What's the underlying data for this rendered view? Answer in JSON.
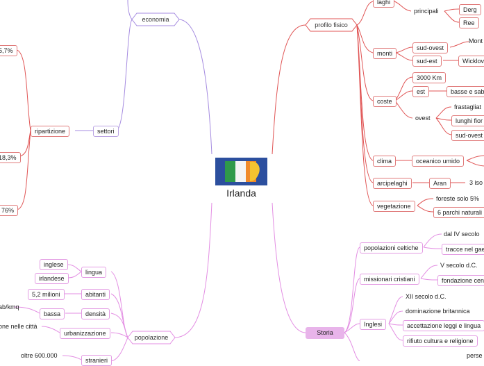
{
  "center": {
    "title": "Irlanda",
    "flag_icon": "ireland-flag-icon"
  },
  "colors": {
    "red": "#e05454",
    "purple": "#a58be0",
    "pink": "#e38ee3",
    "storia_fill": "#e8b4ea"
  },
  "economia": {
    "label": "economia",
    "settori": "settori",
    "ripartizione": "ripartizione",
    "values": [
      "5,7%",
      "18,3%",
      "76%"
    ]
  },
  "popolazione": {
    "label": "popolazione",
    "lingua": "lingua",
    "lingue": [
      "inglese",
      "irlandese"
    ],
    "abitanti": "abitanti",
    "abitanti_value": "5,2 milioni",
    "densita": "densità",
    "densita_value": "bassa",
    "densita_unit": "ab/kmq",
    "urbanizzazione": "urbanizzazione",
    "urbanizzazione_value": "one nelle città",
    "stranieri": "stranieri",
    "stranieri_value": "oltre 600.000"
  },
  "profilo": {
    "label": "profilo fisico",
    "laghi": "laghi",
    "principali": "principali",
    "laghi_list": [
      "Derg",
      "Ree"
    ],
    "monti": "monti",
    "sud_ovest": "sud-ovest",
    "sud_ovest_value": "Mont",
    "sud_est": "sud-est",
    "sud_est_value": "Wicklov",
    "coste": "coste",
    "coste_len": "3000 Km",
    "est": "est",
    "est_value": "basse e sab",
    "ovest": "ovest",
    "ovest_values": [
      "frastagliat",
      "lunghi fior",
      "sud-ovest"
    ],
    "clima": "clima",
    "clima_value": "oceanico umido",
    "arcipelaghi": "arcipelaghi",
    "aran": "Aran",
    "aran_value": "3 iso",
    "vegetazione": "vegetazione",
    "vegetazione_values": [
      "foreste solo 5%",
      "6 parchi naturali"
    ]
  },
  "storia": {
    "label": "Storia",
    "celtiche": "popolazioni celtiche",
    "celtiche_values": [
      "dal IV secolo",
      "tracce nel gae"
    ],
    "missionari": "missionari cristiani",
    "missionari_values": [
      "V secolo d.C.",
      "fondazione cen"
    ],
    "inglesi": "Inglesi",
    "inglesi_values": [
      "XII secolo d.C.",
      "dominazione britannica",
      "accettazione leggi e lingua",
      "rifiuto cultura e religione"
    ],
    "extra": "perse"
  }
}
